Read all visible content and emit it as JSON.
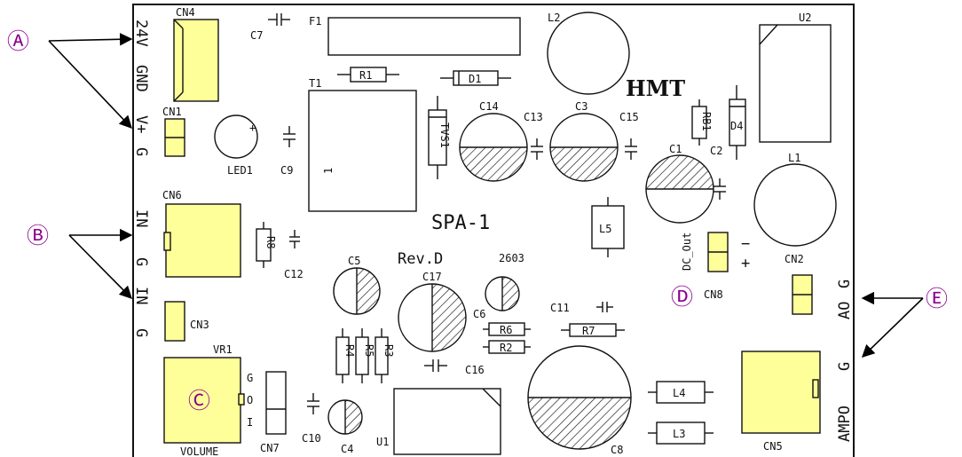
{
  "colors": {
    "connector": "#ffff99",
    "callout": "#8b008b",
    "silkscreen": "#111111",
    "board": "#ffffff"
  },
  "board": {
    "name": "SPA-1",
    "revision": "Rev.D",
    "code": "2603",
    "brand": "HMT"
  },
  "callouts": [
    "Ⓐ",
    "Ⓑ",
    "Ⓒ",
    "Ⓓ",
    "Ⓔ"
  ],
  "edge_labels": {
    "v24": "24V",
    "gnd": "GND",
    "vplus": "V+",
    "g_a": "G",
    "in1": "IN",
    "g_b1": "G",
    "in2": "IN",
    "g_b2": "G",
    "ao": "AO",
    "g_e1": "G",
    "g_e2": "G",
    "ampo": "AMPO"
  },
  "components": {
    "cn4": "CN4",
    "c7": "C7",
    "f1": "F1",
    "l2": "L2",
    "u2": "U2",
    "r1": "R1",
    "d1": "D1",
    "t1": "T1",
    "t1_pin": "1",
    "tvs1": "TVS1",
    "c14": "C14",
    "c13": "C13",
    "c3": "C3",
    "c15": "C15",
    "rb1": "RB1",
    "d4": "D4",
    "c2": "C2",
    "cn1": "CN1",
    "led1": "LED1",
    "c9": "C9",
    "c1": "C1",
    "l1": "L1",
    "cn6": "CN6",
    "r8": "R8",
    "c12": "C12",
    "l5": "L5",
    "dc_out": "DC_Out",
    "minus": "−",
    "plus": "+",
    "cn2": "CN2",
    "c5": "C5",
    "c17": "C17",
    "c6": "C6",
    "c11": "C11",
    "cn8": "CN8",
    "cn3": "CN3",
    "r6": "R6",
    "r2": "R2",
    "r7": "R7",
    "vr1": "VR1",
    "vr_g": "G",
    "vr_o": "O",
    "vr_i": "I",
    "r4": "R4",
    "r5": "R5",
    "r3": "R3",
    "c16": "C16",
    "c10": "C10",
    "c4": "C4",
    "u1": "U1",
    "c8": "C8",
    "l4": "L4",
    "l3": "L3",
    "cn5": "CN5",
    "cn7": "CN7",
    "volume": "VOLUME"
  }
}
